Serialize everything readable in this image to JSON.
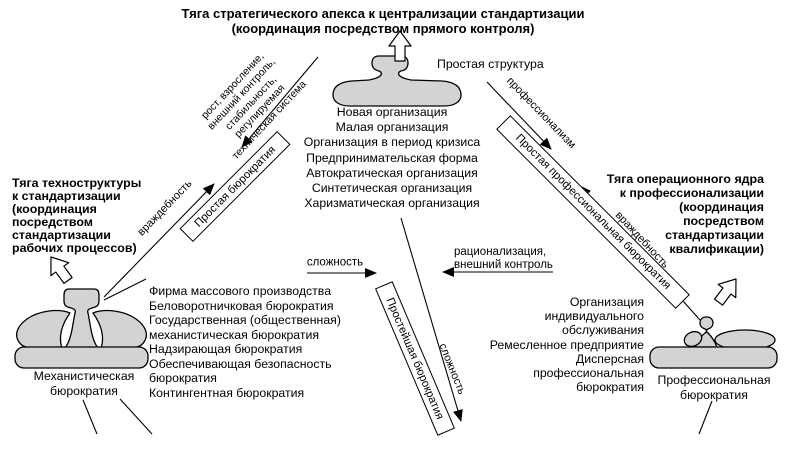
{
  "title": [
    "Тяга стратегического апекса к централизации стандартизации",
    "(координация посредством прямого контроля)"
  ],
  "left_heading": [
    "Тяга техноструктуры",
    "к стандартизации",
    "(координация",
    "посредством",
    "стандартизации",
    "рабочих процессов)"
  ],
  "right_heading": [
    "Тяга операционного ядра",
    "к профессионализации",
    "(координация",
    "посредством",
    "стандартизации",
    "квалификации)"
  ],
  "simple_structure_label": "Простая структура",
  "machine_label": [
    "Механистическая",
    "бюрократия"
  ],
  "professional_label": [
    "Профессиональная",
    "бюрократия"
  ],
  "center_list": [
    "Новая организация",
    "Малая организация",
    "Организация в период кризиса",
    "Предпринимательская форма",
    "Автократическая организация",
    "Синтетическая организация",
    "Харизматическая организация"
  ],
  "left_list": [
    "Фирма массового производства",
    "Беловоротничковая бюрократия",
    "Государственная (общественная)",
    "механистическая бюрократия",
    "Надзирающая бюрократия",
    "Обеспечивающая безопасность",
    "бюрократия",
    "Контингентная бюрократия"
  ],
  "right_list": [
    "Организация",
    "индивидуального",
    "обслуживания",
    "Ремесленное предприятие",
    "Дисперсная",
    "профессиональная",
    "бюрократия"
  ],
  "arrow_labels": {
    "growth": [
      "рост, взросление,",
      "внешний контроль,",
      "стабильность,",
      "регулируемая",
      "техническая система"
    ],
    "hostility_left": "враждебность",
    "hostility_right": "враждебность",
    "professionalism": "профессионализм",
    "complexity_right": "сложность",
    "complexity_down": "сложность",
    "rationalization": [
      "рационализация,",
      "внешний контроль"
    ]
  },
  "boxes": {
    "simple_bureaucracy": "Простая бюрократия",
    "simple_professional_bureaucracy": "Простая профессиональная бюрократия",
    "simplest_bureaucracy": "Простейшая бюрократия"
  },
  "colors": {
    "shape_fill": "#d3d3d3",
    "line": "#000000",
    "background": "#ffffff"
  }
}
